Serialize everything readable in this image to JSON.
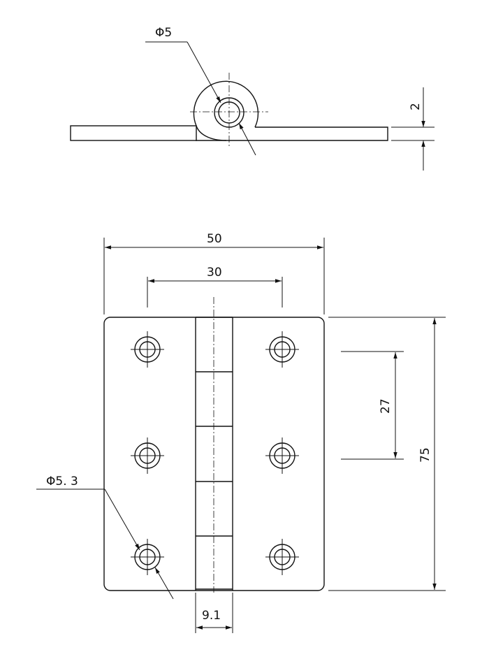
{
  "dimensions": {
    "pin_diameter": "Φ5",
    "thickness": "2",
    "overall_width": "50",
    "hole_spacing_x": "30",
    "hole_spacing_y": "27",
    "overall_height": "75",
    "hole_diameter": "Φ5. 3",
    "knuckle_width": "9.1"
  }
}
